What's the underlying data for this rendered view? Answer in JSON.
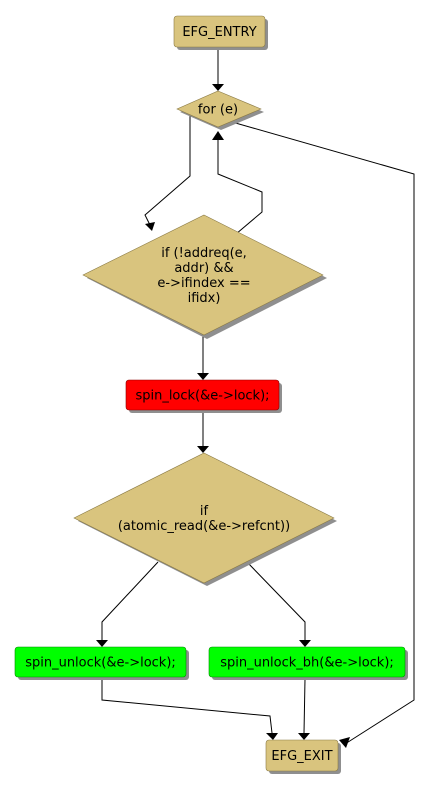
{
  "colors": {
    "terminal": "#D9C47E",
    "decision": "#D9C47E",
    "lock": "#FF0000",
    "unlock": "#00FF00",
    "shadow": "#8F8F8F",
    "edge": "#000000"
  },
  "nodes": {
    "entry": {
      "lines": [
        "EFG_ENTRY"
      ]
    },
    "for_loop": {
      "lines": [
        "for (e)"
      ]
    },
    "cond_addr": {
      "lines": [
        "if (!addreq(e,",
        "addr) &&",
        "e->ifindex ==",
        "ifidx)"
      ]
    },
    "spin_lock": {
      "lines": [
        "spin_lock(&e->lock);"
      ]
    },
    "cond_refcnt": {
      "lines": [
        "if",
        "(atomic_read(&e->refcnt))"
      ]
    },
    "spin_unlock": {
      "lines": [
        "spin_unlock(&e->lock);"
      ]
    },
    "spin_unlock_bh": {
      "lines": [
        "spin_unlock_bh(&e->lock);"
      ]
    },
    "exit": {
      "lines": [
        "EFG_EXIT"
      ]
    }
  }
}
